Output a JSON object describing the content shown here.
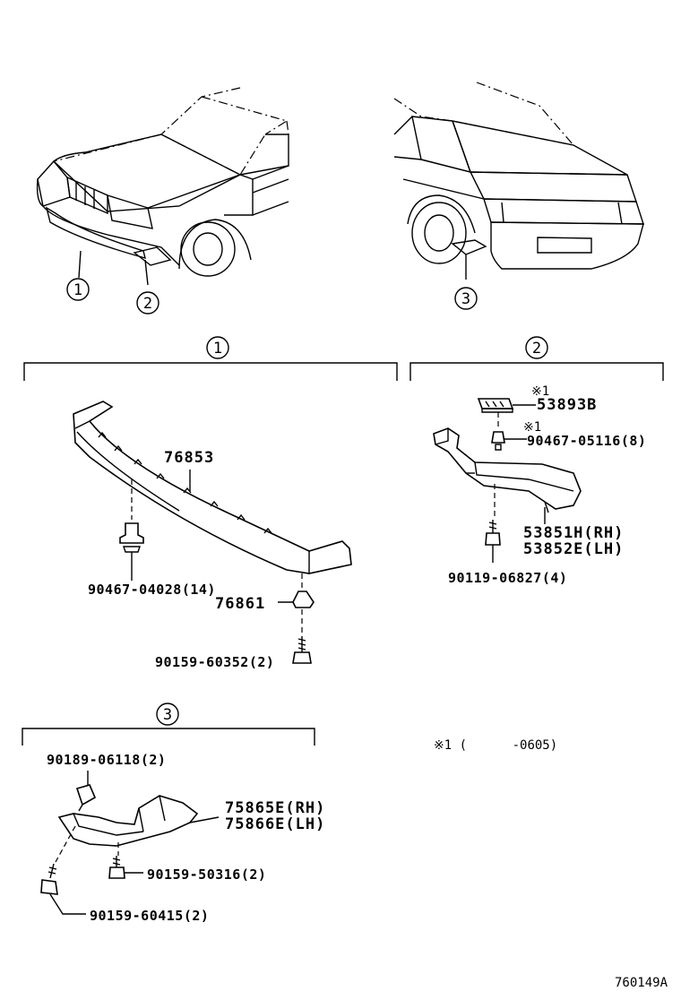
{
  "callouts": {
    "c1": "1",
    "c2": "2",
    "c3": "3"
  },
  "section1": {
    "label": "1",
    "parts": {
      "p76853": "76853",
      "p90467_04028": "90467-04028(14)",
      "p76861": "76861",
      "p90159_60352": "90159-60352(2)"
    }
  },
  "section2": {
    "label": "2",
    "parts": {
      "mark1a": "※1",
      "p53893B": "53893B",
      "mark1b": "※1",
      "p90467_05116": "90467-05116(8)",
      "p53851H": "53851H(RH)",
      "p53852E": "53852E(LH)",
      "p90119_06827": "90119-06827(4)"
    }
  },
  "section3": {
    "label": "3",
    "parts": {
      "p90189_06118": "90189-06118(2)",
      "p75865E": "75865E(RH)",
      "p75866E": "75866E(LH)",
      "p90159_50316": "90159-50316(2)",
      "p90159_60415": "90159-60415(2)"
    }
  },
  "footnote": "※1 (      -0605)",
  "diagram_id": "760149A"
}
